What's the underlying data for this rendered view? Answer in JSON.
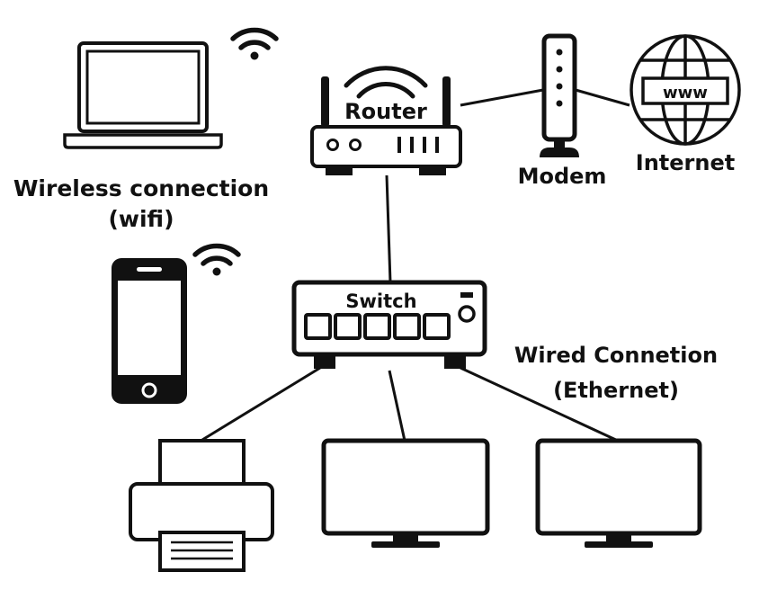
{
  "labels": {
    "router": "Router",
    "switch": "Switch",
    "modem": "Modem",
    "internet": "Internet",
    "www": "www",
    "wireless_line1": "Wireless connection",
    "wireless_line2": "(wifi)",
    "wired_line1": "Wired Connetion",
    "wired_line2": "(Ethernet)"
  },
  "icons": [
    "laptop-icon",
    "wifi-icon",
    "router-icon",
    "modem-icon",
    "globe-icon",
    "smartphone-icon",
    "switch-icon",
    "printer-icon",
    "monitor-icon"
  ],
  "colors": {
    "stroke": "#111111",
    "background": "#ffffff"
  }
}
